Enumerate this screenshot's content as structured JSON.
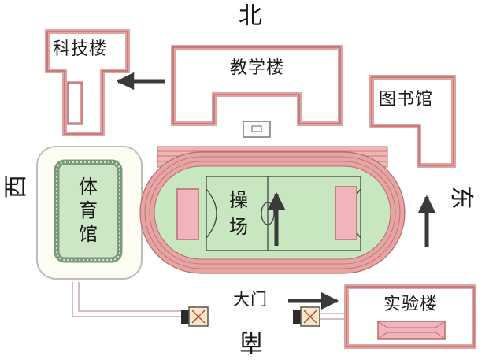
{
  "directions": {
    "north": "北",
    "south": "南",
    "east": "东",
    "west": "西"
  },
  "buildings": {
    "science": "科技楼",
    "teaching": "教学楼",
    "library": "图书馆",
    "gym": [
      "体",
      "育",
      "馆"
    ],
    "playground": [
      "操",
      "场"
    ],
    "gate": "大门",
    "lab": "实验楼"
  },
  "colors": {
    "building_border": "#e4a2a2",
    "track": "#e7a4a4",
    "field": "#c8e6c0",
    "field_lines": "#444444",
    "pink_box": "#f0b4bc",
    "gym_outer": "#fdfdf4",
    "gym_inner": "#cde6c6",
    "gym_border": "#7a9a7a",
    "arrow": "#3a3a3a",
    "path": "#c9a9a9"
  }
}
